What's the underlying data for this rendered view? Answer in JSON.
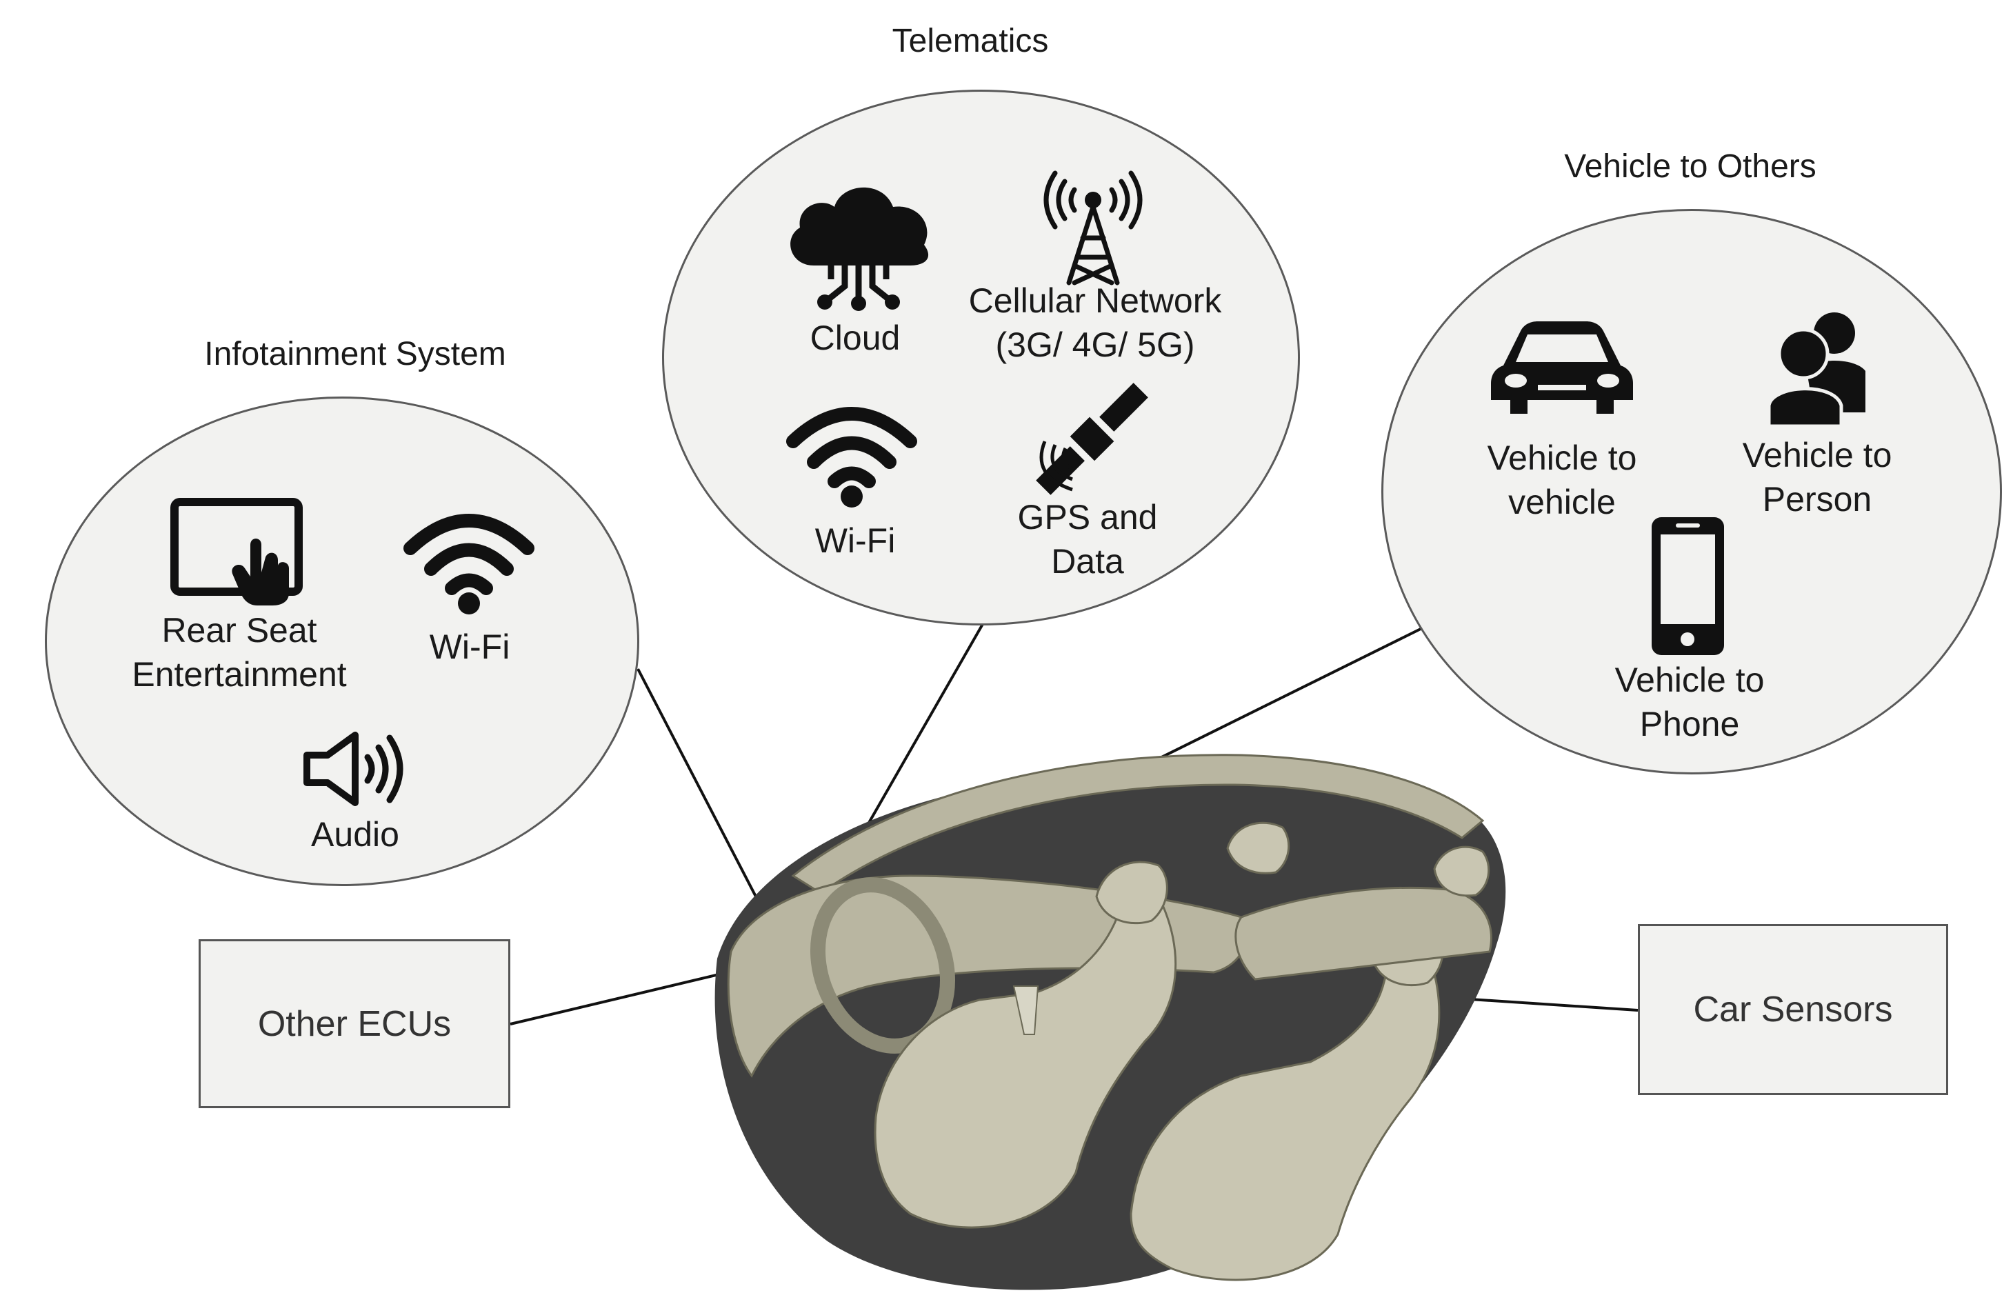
{
  "groups": {
    "telematics": {
      "title": "Telematics",
      "items": {
        "cloud": "Cloud",
        "cellular_line1": "Cellular Network",
        "cellular_line2": "(3G/ 4G/ 5G)",
        "wifi": "Wi-Fi",
        "gps_line1": "GPS and",
        "gps_line2": "Data"
      },
      "icons": [
        "cloud-icon",
        "cell-tower-icon",
        "wifi-icon",
        "satellite-icon"
      ]
    },
    "infotainment": {
      "title": "Infotainment System",
      "items": {
        "rear_line1": "Rear Seat",
        "rear_line2": "Entertainment",
        "wifi": "Wi-Fi",
        "audio": "Audio"
      },
      "icons": [
        "touchscreen-icon",
        "wifi-icon",
        "speaker-icon"
      ]
    },
    "v2x": {
      "title": "Vehicle to Others",
      "items": {
        "v2v_line1": "Vehicle to",
        "v2v_line2": "vehicle",
        "v2p_line1": "Vehicle to",
        "v2p_line2": "Person",
        "v2ph_line1": "Vehicle to",
        "v2ph_line2": "Phone"
      },
      "icons": [
        "car-icon",
        "people-icon",
        "smartphone-icon"
      ]
    }
  },
  "boxes": {
    "other_ecus": "Other ECUs",
    "car_sensors": "Car Sensors"
  },
  "colors": {
    "bubble_fill": "#f2f2f0",
    "outline": "#5a5a5a",
    "car_interior": "#b9b6a1",
    "car_floor": "#3f3f3f"
  }
}
